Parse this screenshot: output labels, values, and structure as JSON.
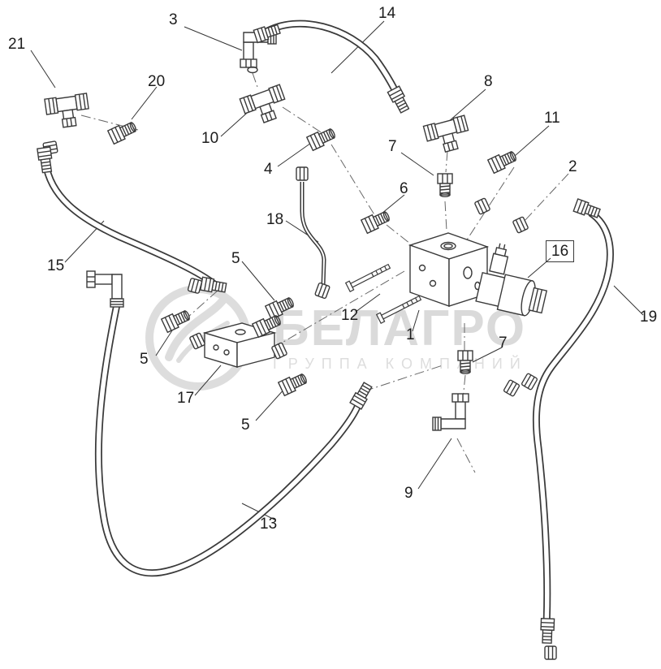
{
  "meta": {
    "background_color": "#ffffff",
    "line_color": "#3a3a3a",
    "construction_line_color": "#666666",
    "description": "Exploded parts diagram of hydraulic hoses, fittings and valve block with numbered callouts"
  },
  "watermark": {
    "title": "БЕЛАГРО",
    "subtitle": "ГРУППА КОМПАНИЙ",
    "logo": "belagro-ring-leaf-icon",
    "color": "#bdbdbd"
  },
  "callouts": [
    {
      "text": "21"
    },
    {
      "text": "20"
    },
    {
      "text": "3"
    },
    {
      "text": "14"
    },
    {
      "text": "8"
    },
    {
      "text": "10"
    },
    {
      "text": "4"
    },
    {
      "text": "7"
    },
    {
      "text": "11"
    },
    {
      "text": "2"
    },
    {
      "text": "6"
    },
    {
      "text": "18"
    },
    {
      "text": "15"
    },
    {
      "text": "5"
    },
    {
      "text": "16"
    },
    {
      "text": "19"
    },
    {
      "text": "12"
    },
    {
      "text": "1"
    },
    {
      "text": "5"
    },
    {
      "text": "17"
    },
    {
      "text": "5"
    },
    {
      "text": "7"
    },
    {
      "text": "9"
    },
    {
      "text": "13"
    }
  ]
}
